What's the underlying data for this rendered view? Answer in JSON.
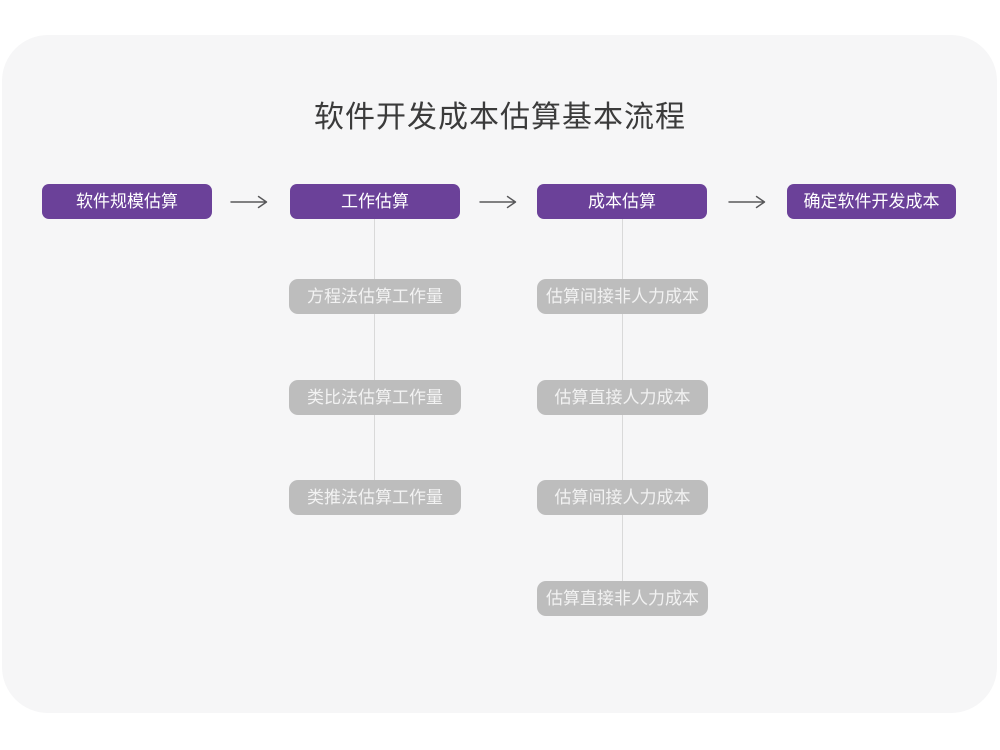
{
  "diagram": {
    "title": "软件开发成本估算基本流程",
    "stages": [
      {
        "label": "软件规模估算"
      },
      {
        "label": "工作估算"
      },
      {
        "label": "成本估算"
      },
      {
        "label": "确定软件开发成本"
      }
    ],
    "work_estimation_methods": [
      "方程法估算工作量",
      "类比法估算工作量",
      "类推法估算工作量"
    ],
    "cost_estimation_steps": [
      "估算间接非人力成本",
      "估算直接人力成本",
      "估算间接人力成本",
      "估算直接非人力成本"
    ],
    "colors": {
      "stage_fill": "#6b4199",
      "stage_text": "#ffffff",
      "sub_fill": "#bdbdbd",
      "sub_text": "#f2f2f2",
      "connector_line": "#d9d9d9",
      "arrow_stroke": "#58585a",
      "canvas_background": "#f6f6f7",
      "title_text": "#3b3b3b"
    }
  }
}
